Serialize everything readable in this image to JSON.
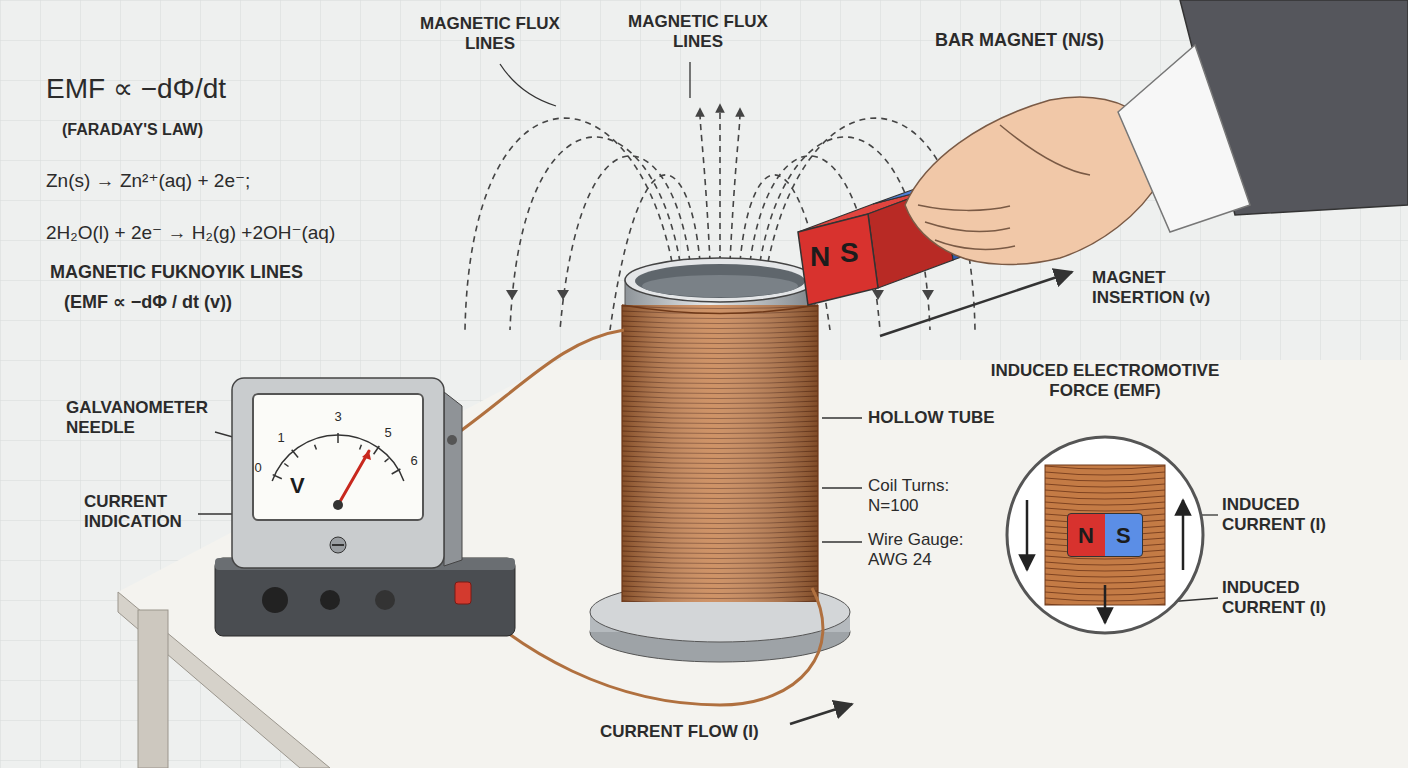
{
  "diagram": {
    "nodes": [
      {
        "text": [
          "N",
          "S"
        ]
      },
      {
        "text": [
          "V"
        ]
      },
      {
        "text": [
          "INDUCED ELECTROMOTIVE FORCE (EMF)"
        ]
      },
      {
        "text": [
          "N",
          "S"
        ],
        "in": 2
      }
    ],
    "labels": [
      "EMF ∝ −dΦ/dt",
      "(FARADAY'S LAW)",
      "Zn(s) → Zn²⁺(aq) + 2e⁻;",
      "2H₂O(l) + 2e⁻ → H₂(g) +2OH⁻(aq)",
      "MAGNETIC FUKNOYIK LINES",
      "(EMF ∝ −dΦ / dt (v))",
      "MAGNETIC FLUX LINES",
      "MAGNETIC FLUX LINES",
      "BAR MAGNET (N/S)",
      "MAGNET INSERTION (v)",
      "HOLLOW TUBE",
      "Coil Turns: N=100",
      "Wire Gauge: AWG 24",
      "INDUCED CURRENT (I)",
      "INDUCED CURRENT (I)",
      "GALVANOMETER NEEDLE",
      "CURRENT INDICATION",
      "CURRENT FLOW (I)",
      "0",
      "1",
      "3",
      "5",
      "6"
    ]
  }
}
